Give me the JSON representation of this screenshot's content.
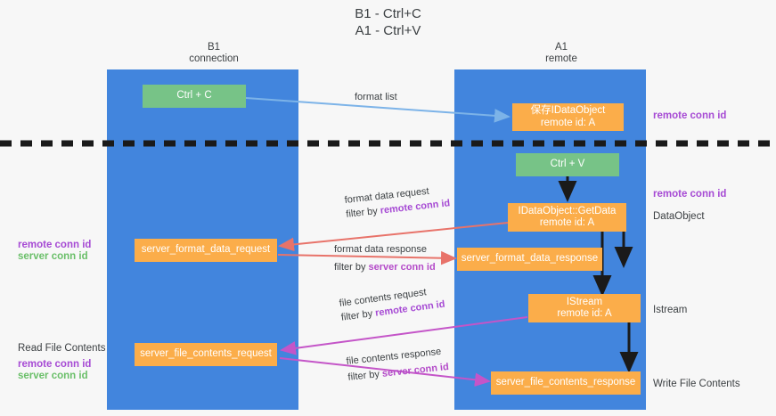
{
  "title": {
    "line1": "B1 - Ctrl+C",
    "line2": "A1 - Ctrl+V"
  },
  "columns": [
    {
      "name": "B1",
      "role": "connection"
    },
    {
      "name": "A1",
      "role": "remote"
    }
  ],
  "colors": {
    "lane": "#4285dd",
    "green_node": "#77c387",
    "orange_node": "#fbad4a",
    "remote_conn_id": "#a64ad4",
    "server_conn_id": "#6abf69",
    "server_conn_id_alt": "#b44bc9",
    "format_list_arrow": "#7cb3e8",
    "format_data_arrow": "#e8736a",
    "file_contents_arrow": "#c455c8",
    "black_arrow": "#1a1a1a",
    "divider": "#1a1a1a",
    "text": "#3c4043",
    "background": "#f7f7f7"
  },
  "nodes": {
    "ctrl_c": {
      "label": "Ctrl + C"
    },
    "save_idataobject": {
      "line1": "保存IDataObject",
      "line2": "remote id: A"
    },
    "ctrl_v": {
      "label": "Ctrl + V"
    },
    "idataobject_getdata": {
      "line1": "IDataObject::GetData",
      "line2": "remote id: A"
    },
    "server_format_data_request": {
      "label": "server_format_data_request"
    },
    "server_format_data_response": {
      "label": "server_format_data_response"
    },
    "istream": {
      "line1": "IStream",
      "line2": "remote id: A"
    },
    "server_file_contents_request": {
      "label": "server_file_contents_request"
    },
    "server_file_contents_response": {
      "label": "server_file_contents_response"
    }
  },
  "arrow_labels": {
    "format_list": "format list",
    "format_data_request": "format data request",
    "format_data_request_filter_prefix": "filter by ",
    "format_data_request_filter_key": "remote conn id",
    "format_data_response": "format data response",
    "format_data_response_filter_prefix": "filter by ",
    "format_data_response_filter_key": "server conn id",
    "file_contents_request": "file contents request",
    "file_contents_request_filter_prefix": "filter by ",
    "file_contents_request_filter_key": "remote conn id",
    "file_contents_response": "file contents response",
    "file_contents_response_filter_prefix": "filter by ",
    "file_contents_response_filter_key": "server conn id"
  },
  "side_labels": {
    "right_remote_conn_id_top": "remote conn id",
    "right_remote_conn_id_mid": "remote conn id",
    "right_dataobject": "DataObject",
    "right_istream": "Istream",
    "right_write_file_contents": "Write File Contents",
    "left_remote_conn_id_mid": "remote conn id",
    "left_server_conn_id_mid": "server conn id",
    "left_read_file_contents": "Read File Contents",
    "left_remote_conn_id_bottom": "remote conn id",
    "left_server_conn_id_bottom": "server conn id"
  }
}
